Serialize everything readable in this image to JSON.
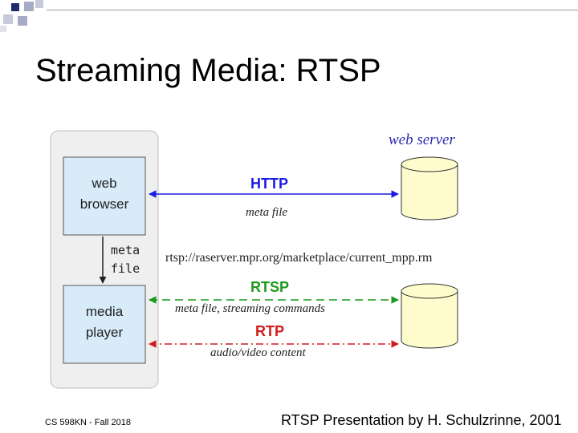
{
  "slide": {
    "title": "Streaming Media: RTSP",
    "footer_left": "CS 598KN - Fall 2018",
    "footer_right": "RTSP Presentation by H. Schulzrinne,  2001"
  },
  "diagram": {
    "client_box_1": "web browser",
    "client_box_1_lines": [
      "web",
      "browser"
    ],
    "client_box_2": "media player",
    "client_box_2_lines": [
      "media",
      "player"
    ],
    "meta_file_lines": [
      "meta",
      "file"
    ],
    "server_label": "web server",
    "http_label": "HTTP",
    "http_sub": "meta file",
    "url": "rtsp://raserver.mpr.org/marketplace/current_mpp.rm",
    "rtsp_label": "RTSP",
    "rtsp_sub": "meta file, streaming commands",
    "rtp_label": "RTP",
    "rtp_sub": "audio/video content"
  },
  "colors": {
    "http": "#1a1ae0",
    "rtsp": "#1c9a1c",
    "rtp": "#d41a1a",
    "server_label": "#2b2bb0",
    "client_fill": "#d7ebf9",
    "server_fill": "#fefccc",
    "panel_fill": "#efefef"
  }
}
